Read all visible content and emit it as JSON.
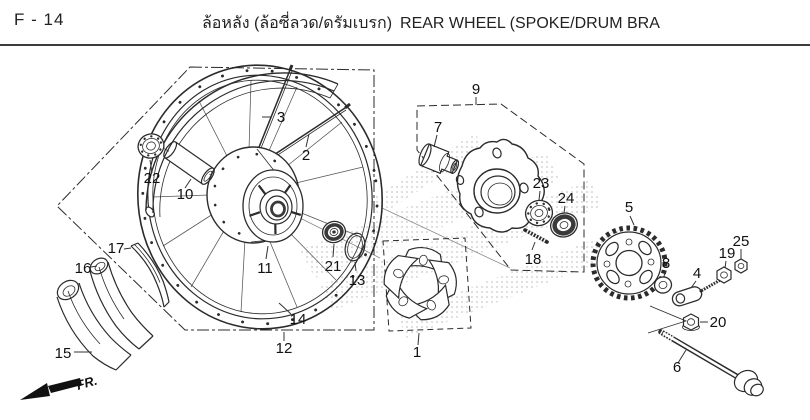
{
  "header": {
    "page_code": "F - 14",
    "title_thai": "ล้อหลัง (ล้อซี่ลวด/ดรัมเบรก)",
    "title_en": "REAR WHEEL (SPOKE/DRUM BRA"
  },
  "diagram": {
    "direction_label": "FR.",
    "parts": [
      {
        "label": "1"
      },
      {
        "label": "2"
      },
      {
        "label": "3"
      },
      {
        "label": "4"
      },
      {
        "label": "5"
      },
      {
        "label": "6"
      },
      {
        "label": "7"
      },
      {
        "label": "8"
      },
      {
        "label": "9"
      },
      {
        "label": "10"
      },
      {
        "label": "11"
      },
      {
        "label": "12"
      },
      {
        "label": "13"
      },
      {
        "label": "14"
      },
      {
        "label": "15"
      },
      {
        "label": "16"
      },
      {
        "label": "17"
      },
      {
        "label": "18"
      },
      {
        "label": "19"
      },
      {
        "label": "20"
      },
      {
        "label": "21"
      },
      {
        "label": "22"
      },
      {
        "label": "23"
      },
      {
        "label": "24"
      },
      {
        "label": "25"
      }
    ],
    "line_color": "#2b2b2b",
    "watermark_dot_color": "#cdcdcd"
  }
}
